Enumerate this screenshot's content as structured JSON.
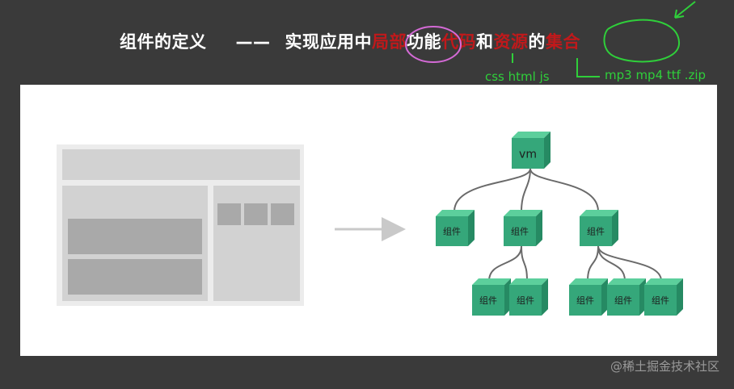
{
  "title": {
    "part1": "组件的定义",
    "dash": "——",
    "part2": "实现应用中",
    "hl1": "局部",
    "part3": "功能",
    "hl2": "代码",
    "part4": "和",
    "hl3": "资源",
    "part5": "的",
    "hl4": "集合"
  },
  "annotations": {
    "code_types": "css html js",
    "resource_types": "mp3 mp4 ttf .zip"
  },
  "tree": {
    "root": "vm",
    "node_label": "组件"
  },
  "watermark": "@稀土掘金技术社区",
  "colors": {
    "background": "#3a3a3a",
    "highlight_red": "#c0191b",
    "annotation_green": "#2fcf3a",
    "cube_front": "#35a77a",
    "cube_top": "#5ccf9c",
    "cube_side": "#268a63"
  }
}
